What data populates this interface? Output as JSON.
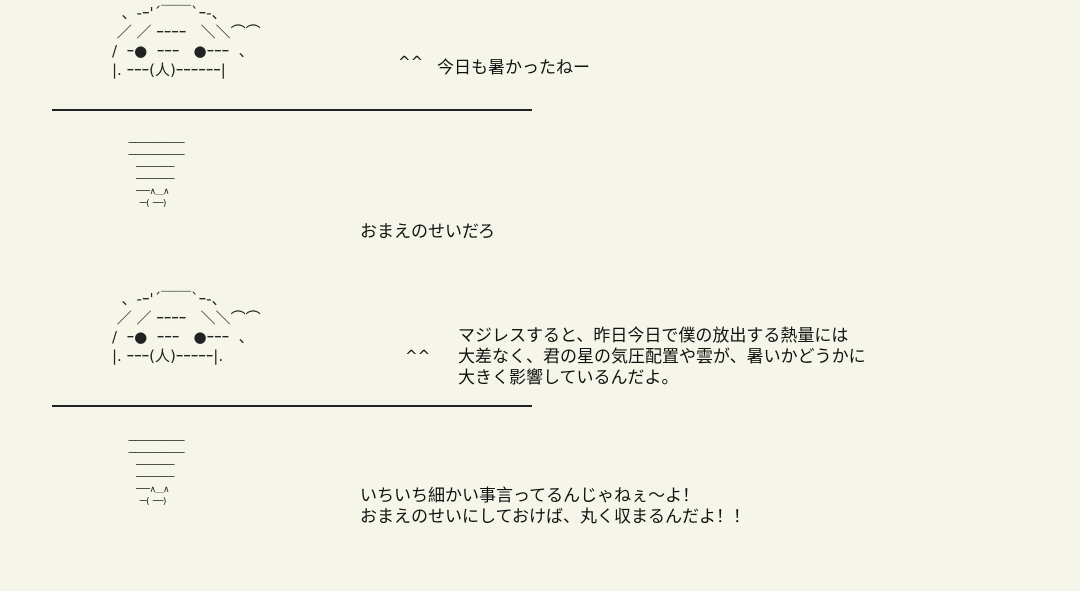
{
  "scene1": {
    "sheep_art": "  、-ｰ'´￣￣`ｰ-、\n ／ ／ ｰｰｰｰ   ＼＼⌒⌒\n/  ｰ●  ｰｰｰ   ●ｰｰｰ  、\n|. ｰｰｰ(人)ｰｰｰｰｰｰ|",
    "sheep_tail": "^^",
    "sheep_line": "今日も暑かったねー",
    "person_art": "ｰｰｰｰｰｰｰｰｰｰｰｰｰｰｰｰ\nｰｰｰｰｰｰｰｰｰｰｰｰｰｰｰｰ\n    ｰｰｰｰｰｰｰｰｰｰｰ\n    ｰｰｰｰｰｰｰｰｰｰｰ\n    ｰｰｰｰ∧＿∧\n      ｰｰ(  ｰｰｰ)",
    "person_line": "おまえのせいだろ"
  },
  "scene2": {
    "sheep_art": "  、-ｰ'´￣￣`ｰ-、\n ／ ／ ｰｰｰｰ   ＼＼⌒⌒\n/  ｰ●  ｰｰｰ   ●ｰｰｰ  、\n|. ｰｰｰ(人)ｰｰｰｰｰ|.",
    "sheep_tail": "^^",
    "sheep_lines": [
      "マジレスすると、昨日今日で僕の放出する熱量には",
      "大差なく、君の星の気圧配置や雲が、暑いかどうかに",
      "大きく影響しているんだよ。"
    ],
    "person_art": "ｰｰｰｰｰｰｰｰｰｰｰｰｰｰｰｰ\nｰｰｰｰｰｰｰｰｰｰｰｰｰｰｰｰ\n    ｰｰｰｰｰｰｰｰｰｰｰ\n    ｰｰｰｰｰｰｰｰｰｰｰ\n    ｰｰｰｰ∧＿∧\n      ｰｰ(  ｰｰｰ)",
    "person_lines": [
      "いちいち細かい事言ってるんじゃねぇ～よ！",
      "おまえのせいにしておけば、丸く収まるんだよ！！"
    ]
  }
}
